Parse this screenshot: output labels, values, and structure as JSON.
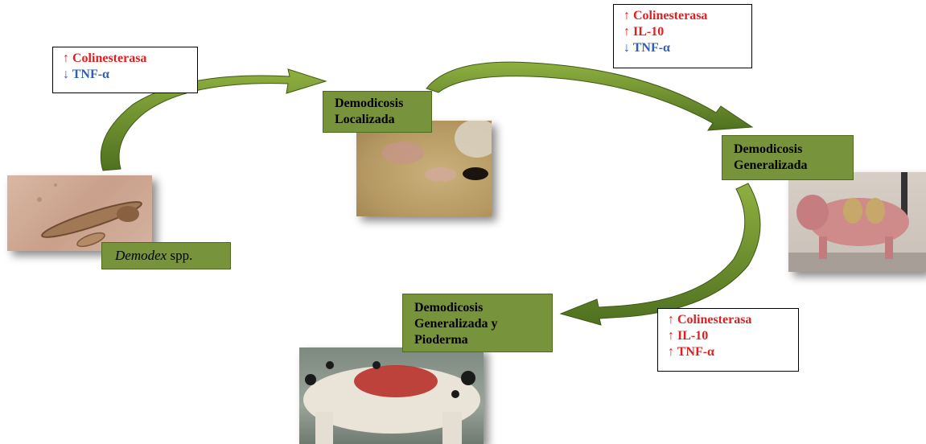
{
  "species_label": {
    "italic": "Demodex",
    "rest": " spp."
  },
  "stages": [
    {
      "lines": [
        "Demodicosis",
        "Localizada"
      ]
    },
    {
      "lines": [
        "Demodicosis",
        "Generalizada"
      ]
    },
    {
      "lines": [
        "Demodicosis",
        "Generalizada y",
        "Pioderma"
      ]
    }
  ],
  "markers": [
    {
      "items": [
        {
          "arrow": "↑",
          "text": "Colinesterasa",
          "dir": "up"
        },
        {
          "arrow": "↓",
          "text": "TNF-α",
          "dir": "down"
        }
      ]
    },
    {
      "items": [
        {
          "arrow": "↑",
          "text": "Colinesterasa",
          "dir": "up"
        },
        {
          "arrow": "↑",
          "text": "IL-10",
          "dir": "up"
        },
        {
          "arrow": "↓",
          "text": "TNF-α",
          "dir": "down"
        }
      ]
    },
    {
      "items": [
        {
          "arrow": "↑",
          "text": "Colinesterasa",
          "dir": "up"
        },
        {
          "arrow": "↑",
          "text": "IL-10",
          "dir": "up"
        },
        {
          "arrow": "↑",
          "text": "TNF-α",
          "dir": "up"
        }
      ]
    }
  ],
  "colors": {
    "stage_box": "#77933c",
    "arrow_fill": "#6e8f2a",
    "increase": "#e02020",
    "decrease": "#2f5fb3"
  }
}
